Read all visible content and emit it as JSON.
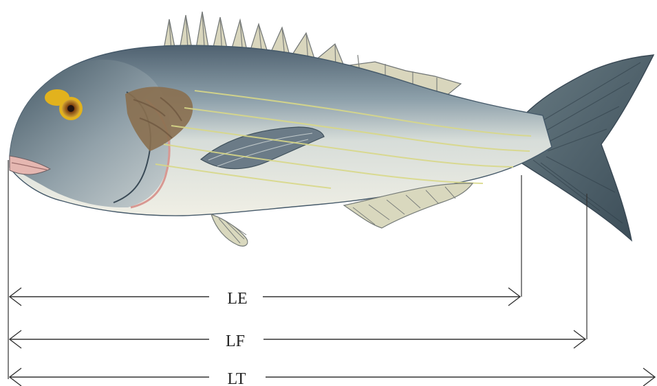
{
  "figure": {
    "subject": "fish-illustration",
    "measurements": [
      {
        "id": "le",
        "label": "LE"
      },
      {
        "id": "lf",
        "label": "LF"
      },
      {
        "id": "lt",
        "label": "LT"
      }
    ]
  },
  "colors": {
    "body_dark": "#4d5f6d",
    "body_mid": "#8fa2ad",
    "body_light": "#e8eae1",
    "stripe": "#d8d888",
    "eye_ring": "#e2b21d",
    "fin": "#d9d8be",
    "brown_patch": "#8a6f4f",
    "line": "#333333"
  }
}
